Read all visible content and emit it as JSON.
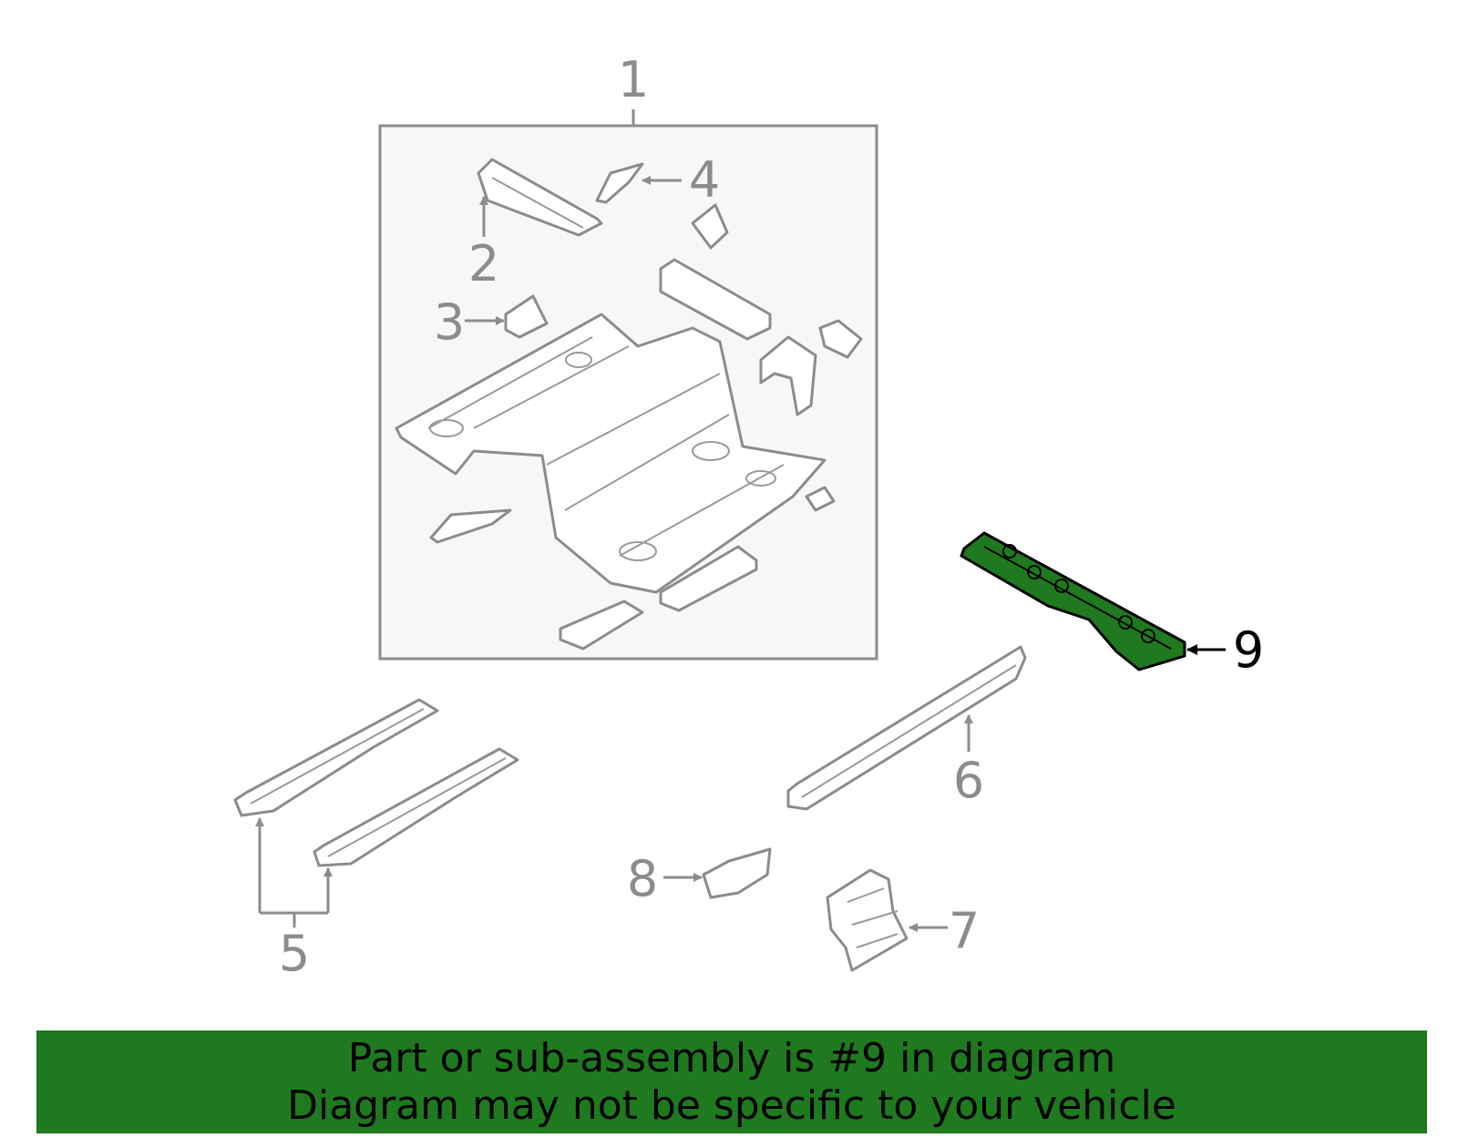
{
  "diagram": {
    "callouts": [
      {
        "id": "1",
        "label": "1"
      },
      {
        "id": "2",
        "label": "2"
      },
      {
        "id": "3",
        "label": "3"
      },
      {
        "id": "4",
        "label": "4"
      },
      {
        "id": "5",
        "label": "5"
      },
      {
        "id": "6",
        "label": "6"
      },
      {
        "id": "7",
        "label": "7"
      },
      {
        "id": "8",
        "label": "8"
      },
      {
        "id": "9",
        "label": "9"
      }
    ],
    "highlighted_part": "9",
    "highlight_color": "#1f7a1f",
    "line_color": "#8c8c8c",
    "assembly_box_fill": "#f7f7f7"
  },
  "banner": {
    "line1": "Part or sub-assembly is #9 in diagram",
    "line2": "Diagram may not be specific to your vehicle",
    "background": "#1f7a1f"
  }
}
